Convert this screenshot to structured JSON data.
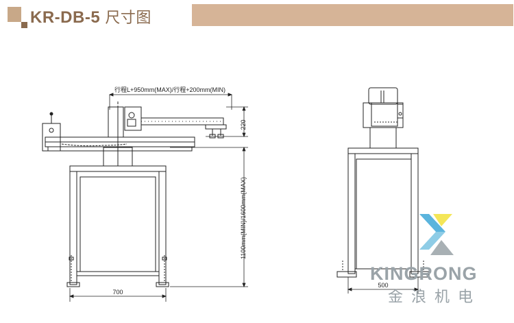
{
  "header": {
    "model": "KR-DB-5",
    "title_suffix": "尺寸图"
  },
  "dimensions": {
    "stroke_label": "行程L+950mm(MAX)/行程+200mm(MIN)",
    "height_arm": "220",
    "height_stand": "1100mm(MIN)/1600mm(MAX)",
    "width_front": "700",
    "width_side": "500"
  },
  "watermark": {
    "brand_en": "KINGRONG",
    "brand_cn": "金浪机电"
  },
  "colors": {
    "accent_dark": "#8a6a4e",
    "accent_light": "#d6b497",
    "logo_blue": "#3fa8d8",
    "logo_yellow": "#f3e23c",
    "logo_grey": "#9aa3a8",
    "line": "#222222"
  }
}
